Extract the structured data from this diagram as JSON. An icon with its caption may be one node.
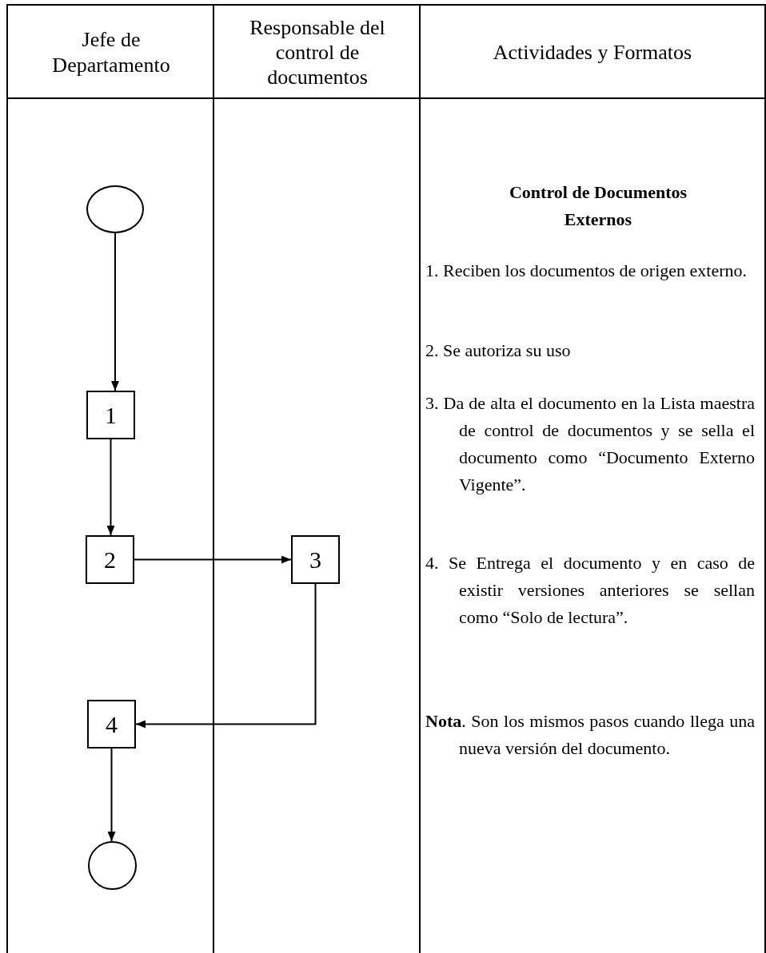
{
  "diagram": {
    "nodes": [
      {
        "text": [
          "Jefe de Departamento"
        ]
      },
      {
        "text": [
          "Responsable del control de documentos"
        ]
      },
      {
        "text": [
          "Actividades y Formatos"
        ]
      },
      {
        "text": [],
        "shape": "circle",
        "in": 0
      },
      {
        "text": [
          "1"
        ],
        "in": 0
      },
      {
        "text": [
          "2"
        ],
        "in": 0
      },
      {
        "text": [
          "3"
        ],
        "in": 1
      },
      {
        "text": [
          "4"
        ],
        "in": 0
      },
      {
        "text": [],
        "shape": "circle",
        "in": 0
      }
    ],
    "edges": [
      {
        "from": 3,
        "to": 4,
        "arrow": "to"
      },
      {
        "from": 4,
        "to": 5,
        "arrow": "to"
      },
      {
        "from": 5,
        "to": 6,
        "arrow": "to"
      },
      {
        "from": 6,
        "to": 7,
        "arrow": "to"
      },
      {
        "from": 7,
        "to": 8,
        "arrow": "to"
      }
    ],
    "labels": [
      "Control de Documentos Externos",
      "1. Reciben los documentos de origen externo.",
      "2. Se autoriza su uso",
      "3. Da de alta el documento en la Lista maestra de control de documentos y se sella el documento como “Documento Externo Vigente”.",
      "4. Se Entrega el documento y en caso de existir versiones anteriores se sellan como “Solo de lectura”.",
      "**Nota**. Son los mismos pasos cuando llega una nueva versión del documento."
    ]
  }
}
